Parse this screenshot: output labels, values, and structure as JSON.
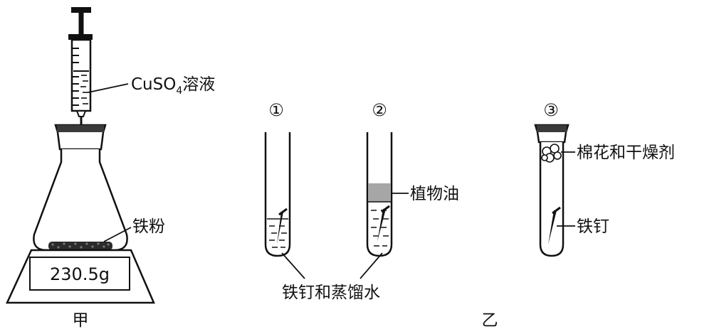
{
  "labels": {
    "solution_formula_main": "CuSO",
    "solution_formula_sub": "4",
    "solution_name": "溶液",
    "iron_powder": "铁粉",
    "balance_reading": "230.5g",
    "caption_jia": "甲",
    "tube_1_number": "①",
    "tube_2_number": "②",
    "tube_3_number": "③",
    "vegetable_oil": "植物油",
    "cotton_and_desiccant": "棉花和干燥剂",
    "iron_nail": "铁钉",
    "nail_and_distilled_water": "铁钉和蒸馏水",
    "caption_yi": "乙"
  },
  "colors": {
    "line": "#111111",
    "oil_fill": "#a6a6a6",
    "powder_fill": "#2b2b2b",
    "stopper_fill": "#3a3a3a"
  }
}
